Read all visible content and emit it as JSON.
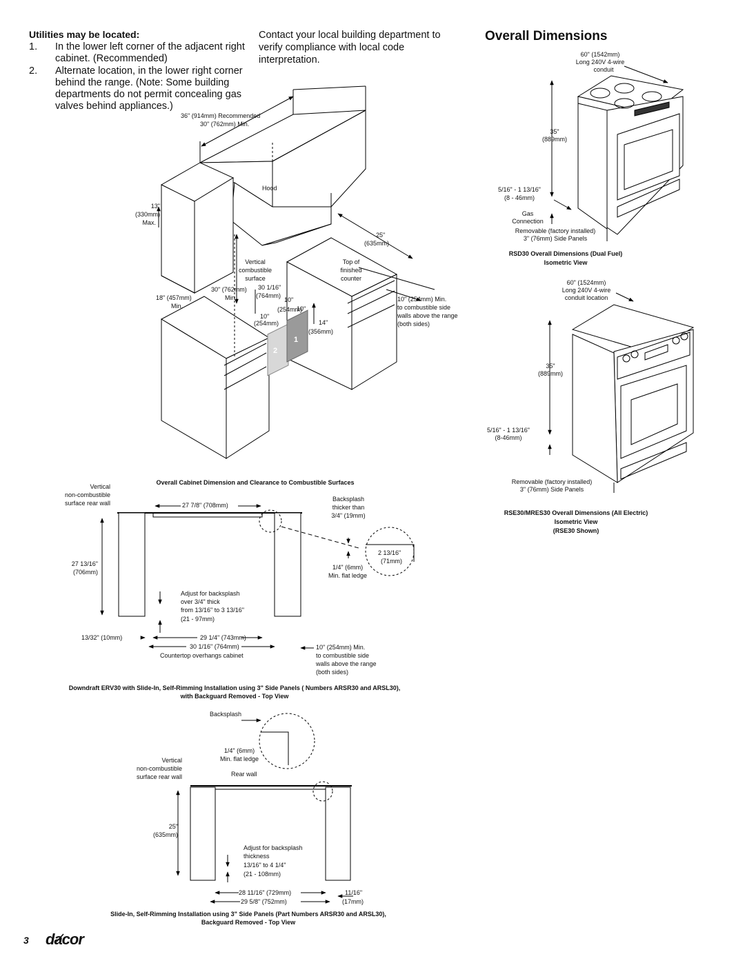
{
  "utilities": {
    "heading": "Utilities may be located:",
    "items": [
      {
        "num": "1.",
        "text": "In the lower left corner of the adjacent right cabinet. (Recommended)"
      },
      {
        "num": "2.",
        "text": "Alternate location, in the lower right corner behind the range. (Note: Some building departments do not permit concealing gas valves behind appliances.)"
      }
    ],
    "contact": "Contact your local building department to verify compliance with local code interpretation."
  },
  "overall": {
    "title": "Overall Dimensions",
    "rsd": {
      "conduit": [
        "60\" (1542mm)",
        "Long 240V 4-wire",
        "conduit"
      ],
      "height": [
        "35\"",
        "(889mm)"
      ],
      "leg": [
        "5/16\" - 1 13/16\"",
        "(8 - 46mm)"
      ],
      "gas": [
        "Gas",
        "Connection"
      ],
      "panels": [
        "Removable (factory installed)",
        "3\" (76mm) Side Panels"
      ],
      "caption": [
        "RSD30 Overall Dimensions (Dual Fuel)",
        "Isometric View"
      ]
    },
    "rse": {
      "conduit": [
        "60\" (1524mm)",
        "Long 240V 4-wire",
        "conduit location"
      ],
      "height": [
        "35\"",
        "(889mm)"
      ],
      "leg": [
        "5/16\" - 1 13/16\"",
        "(8-46mm)"
      ],
      "panels": [
        "Removable (factory installed)",
        "3\" (76mm) Side Panels"
      ],
      "caption": [
        "RSE30/MRES30 Overall Dimensions (All Electric)",
        "Isometric View",
        "(RSE30 Shown)"
      ]
    }
  },
  "cabinet": {
    "recommended": "36\" (914mm) Recommended",
    "min30": "30\" (762mm) Min.",
    "hood": "Hood",
    "d13": [
      "13\"",
      "(330mm)",
      "Max."
    ],
    "d25": [
      "25\"",
      "(635mm)"
    ],
    "vertical": [
      "Vertical",
      "combustible",
      "surface"
    ],
    "topof": [
      "Top of",
      "finished",
      "counter"
    ],
    "d18": [
      "18\" (457mm)",
      "Min."
    ],
    "d30": [
      "30\" (762mm)",
      "Min."
    ],
    "d3016": [
      "30 1/16\"",
      "(764mm)"
    ],
    "d10a": "10\"",
    "d10b": [
      "10\"",
      "(254mm)"
    ],
    "d10c": "(254mm)",
    "d14": [
      "14\"",
      "(356mm)"
    ],
    "d10side": [
      "10\" (254mm) Min.",
      "to combustible side",
      "walls above the range",
      "(both sides)"
    ],
    "box1": "1",
    "box2": "2",
    "caption": "Overall Cabinet Dimension and Clearance to Combustible Surfaces"
  },
  "downdraft": {
    "vertical": [
      "Vertical",
      "non-combustible",
      "surface rear wall"
    ],
    "w2778": "27 7/8\" (708mm)",
    "backsplash": [
      "Backsplash",
      "thicker than",
      "3/4\" (19mm)"
    ],
    "d2713": [
      "27 13/16\"",
      "(706mm)"
    ],
    "d213": [
      "2 13/16\"",
      "(71mm)"
    ],
    "ledge": [
      "1/4\" (6mm)",
      "Min. flat ledge"
    ],
    "adjust": [
      "Adjust for backsplash",
      "over 3/4\" thick",
      "from 13/16\" to 3 13/16\"",
      "(21 - 97mm)"
    ],
    "d1332": "13/32\" (10mm)",
    "w2914": "29 1/4\" (743mm)",
    "w30116": "30 1/16\" (764mm)",
    "overhang": "Countertop overhangs cabinet",
    "d10side": [
      "10\" (254mm) Min.",
      "to combustible side",
      "walls above the range",
      "(both sides)"
    ],
    "caption": [
      "Downdraft ERV30 with Slide-In, Self-Rimming Installation using 3\" Side Panels ( Numbers ARSR30 and ARSL30),",
      "with Backguard Removed - Top View"
    ]
  },
  "slidein": {
    "backsplash": "Backsplash",
    "ledge": [
      "1/4\" (6mm)",
      "Min. flat ledge"
    ],
    "vertical": [
      "Vertical",
      "non-combustible",
      "surface rear wall"
    ],
    "rearwall": "Rear wall",
    "d25": [
      "25\"",
      "(635mm)"
    ],
    "adjust": [
      "Adjust for backsplash",
      "thickness",
      "13/16\" to 4 1/4\"",
      "(21 - 108mm)"
    ],
    "w2811": "28 11/16\" (729mm)",
    "w2958": "29 5/8\" (752mm)",
    "d1116": [
      "11/16\"",
      "(17mm)"
    ],
    "caption": [
      "Slide-In, Self-Rimming Installation using 3\" Side Panels (Part Numbers ARSR30 and ARSL30),",
      "Backguard Removed - Top View"
    ]
  },
  "footer": {
    "page": "3",
    "logo": "dacor"
  }
}
